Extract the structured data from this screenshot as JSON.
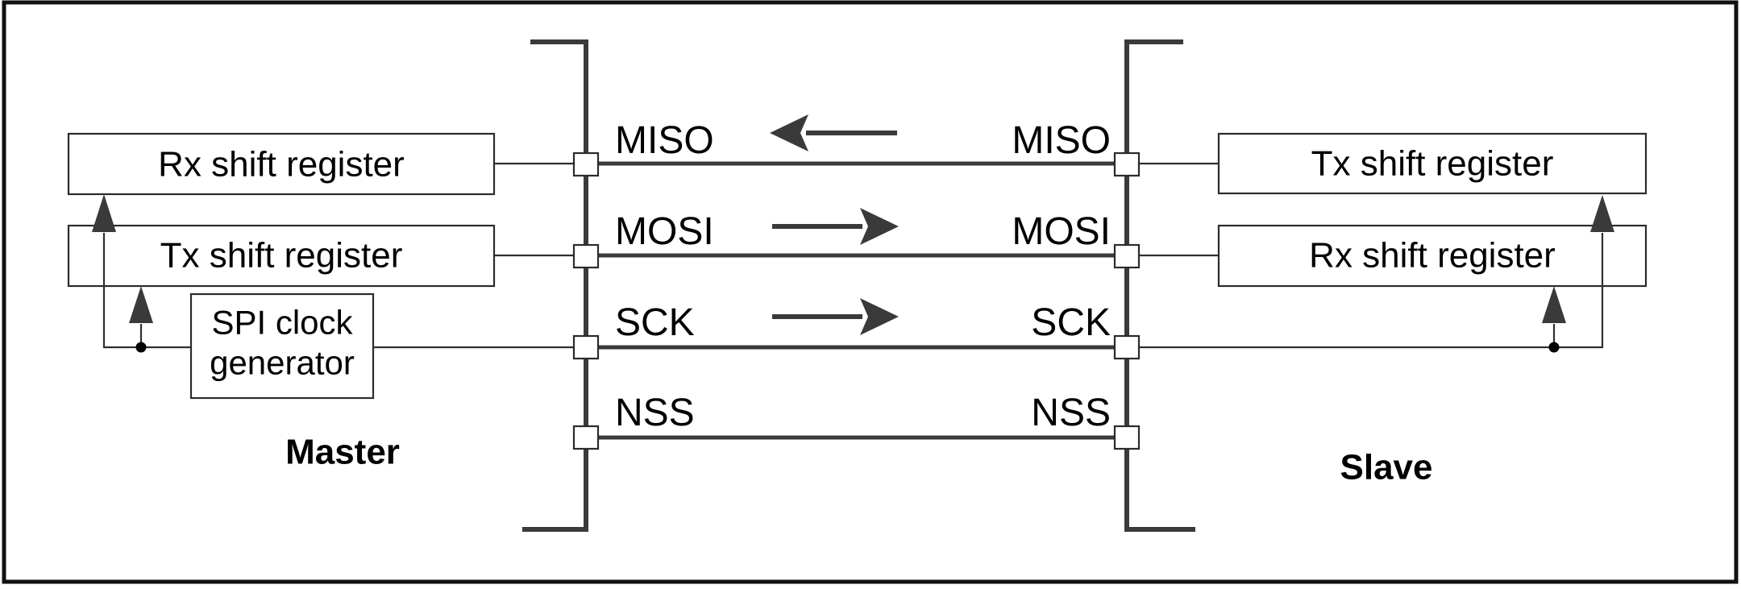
{
  "diagram_type": "SPI master-slave interconnection block diagram",
  "master": {
    "section_label": "Master",
    "boxes": {
      "rx": "Rx shift register",
      "tx": "Tx shift register",
      "clock_line1": "SPI clock",
      "clock_line2": "generator"
    },
    "pins": {
      "miso": "MISO",
      "mosi": "MOSI",
      "sck": "SCK",
      "nss": "NSS"
    }
  },
  "slave": {
    "section_label": "Slave",
    "boxes": {
      "tx": "Tx shift register",
      "rx": "Rx shift register"
    },
    "pins": {
      "miso": "MISO",
      "mosi": "MOSI",
      "sck": "SCK",
      "nss": "NSS"
    }
  },
  "signals": [
    {
      "name": "MISO",
      "direction": "slave-to-master",
      "arrow": "left"
    },
    {
      "name": "MOSI",
      "direction": "master-to-slave",
      "arrow": "right"
    },
    {
      "name": "SCK",
      "direction": "master-to-slave",
      "arrow": "right"
    },
    {
      "name": "NSS",
      "direction": "none",
      "arrow": "none"
    }
  ],
  "colors": {
    "background": "#ffffff",
    "frame": "#111111",
    "thick_line": "#3a3a3a",
    "thin_line": "#2f2f2f",
    "box_border": "#2b2b2b",
    "dot": "#000000",
    "text": "#000000"
  }
}
